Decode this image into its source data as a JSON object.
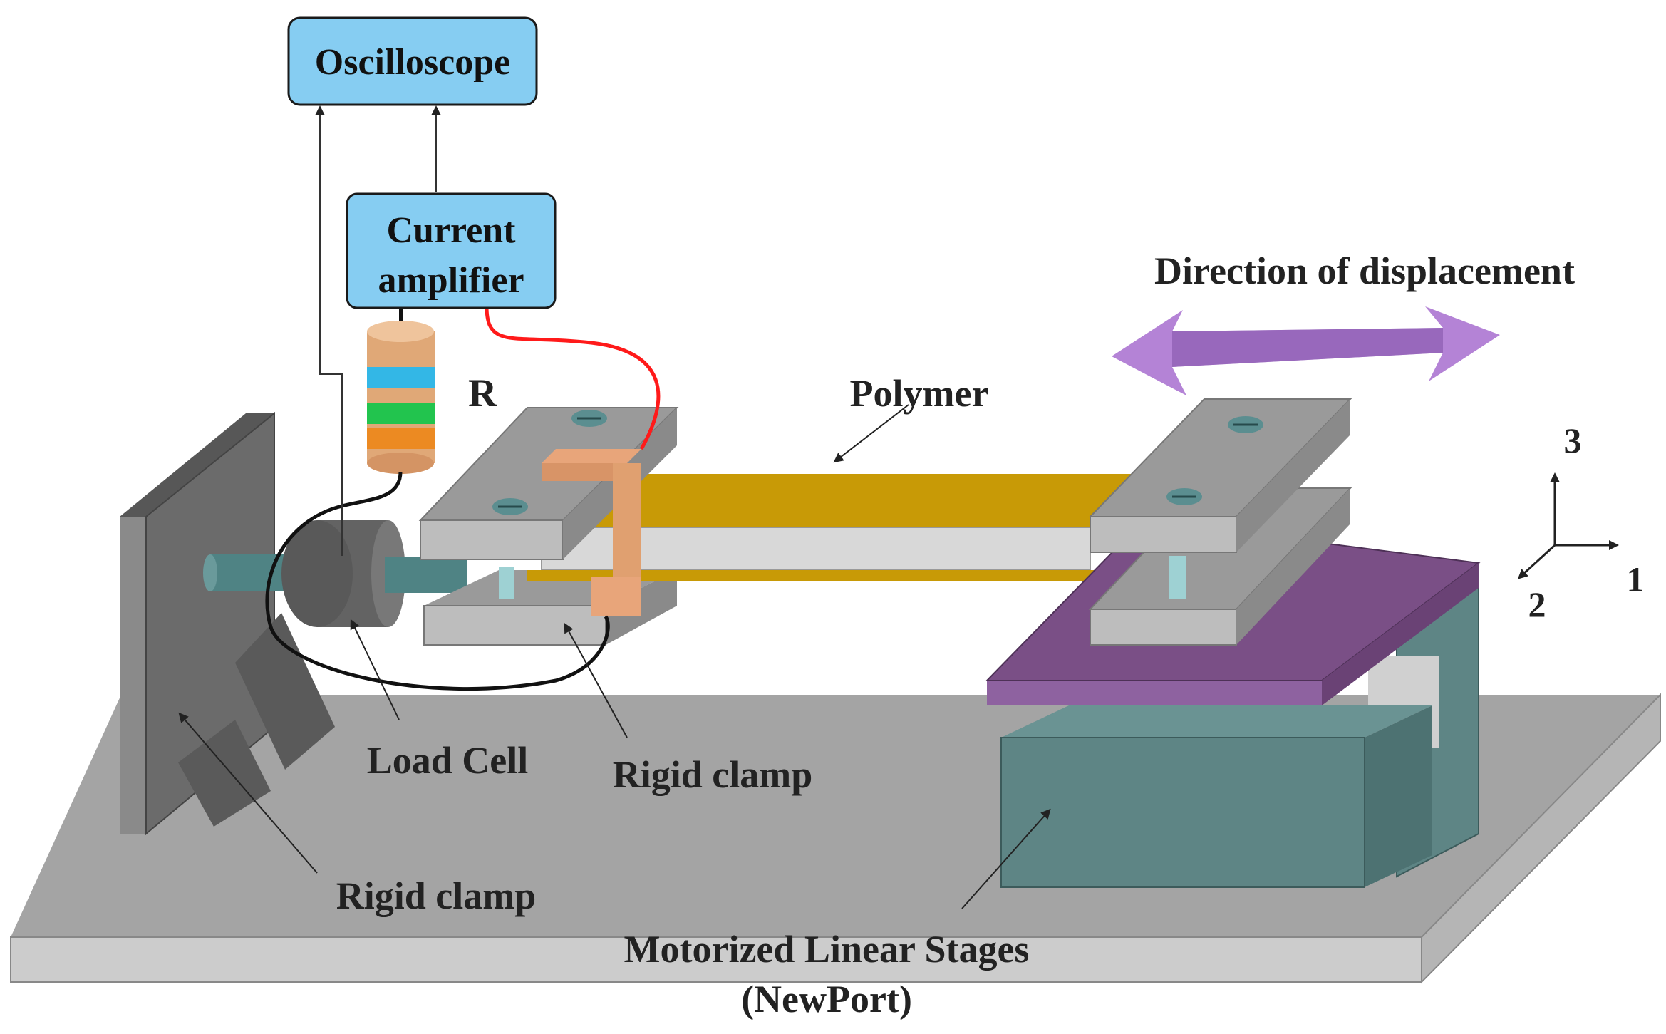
{
  "boxes": {
    "oscilloscope": "Oscilloscope",
    "amplifier_line1": "Current",
    "amplifier_line2": "amplifier"
  },
  "labels": {
    "resistor": "R",
    "polymer": "Polymer",
    "direction": "Direction of displacement",
    "load_cell": "Load Cell",
    "rigid_clamp_beam": "Rigid clamp",
    "rigid_clamp_wall": "Rigid clamp",
    "stages_line1": "Motorized Linear Stages",
    "stages_line2": "(NewPort)"
  },
  "axes": {
    "axis1": "1",
    "axis2": "2",
    "axis3": "3"
  },
  "colors": {
    "box_fill": "#86cdf2",
    "box_stroke": "#1a1a1a",
    "base_top": "#a4a4a4",
    "base_front": "#cccccc",
    "wall": "#6e6e6e",
    "clamp_top": "#9a9a9a",
    "clamp_front": "#bdbdbd",
    "polymer": "#c89a06",
    "electrode": "#e8a57a",
    "stage_purple": "#7a4f86",
    "stage_teal": "#5e8585",
    "arrow": "#b483d6",
    "red_wire": "#ff1a1a",
    "black_wire": "#111111",
    "screw": "#5b8e90"
  },
  "icons": [
    "resistor-icon",
    "load-cell-icon",
    "direction-arrow-icon",
    "axis-triad-icon",
    "screw-icon"
  ]
}
